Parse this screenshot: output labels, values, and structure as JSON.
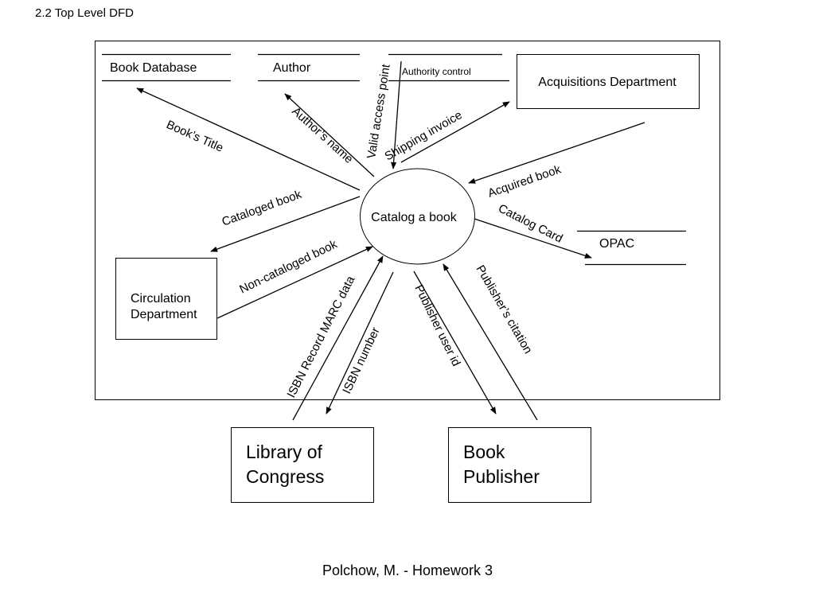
{
  "page_title": "2.2 Top Level DFD",
  "footer": "Polchow, M. - Homework 3",
  "process": {
    "label": "Catalog a book"
  },
  "data_stores": {
    "book_database": "Book Database",
    "author": "Author",
    "authority_control": "Authority control",
    "opac": "OPAC"
  },
  "entities": {
    "acquisitions": "Acquisitions Department",
    "circulation": [
      "Circulation",
      "Department"
    ],
    "library_of_congress": [
      "Library of",
      "Congress"
    ],
    "book_publisher": [
      "Book",
      "Publisher"
    ]
  },
  "flows": {
    "books_title": "Book’s Title",
    "authors_name": "Author’s name",
    "valid_access_point": "Valid access point",
    "shipping_invoice": "Shipping invoice",
    "acquired_book": "Acquired book",
    "cataloged_book": "Cataloged book",
    "catalog_card": "Catalog Card",
    "non_cataloged_book": "Non-cataloged book",
    "isbn_record_marc": "ISBN Record MARC data",
    "isbn_number": "ISBN number",
    "publisher_user_id": "Publisher user id",
    "publishers_citation": "Publisher’s citation"
  }
}
